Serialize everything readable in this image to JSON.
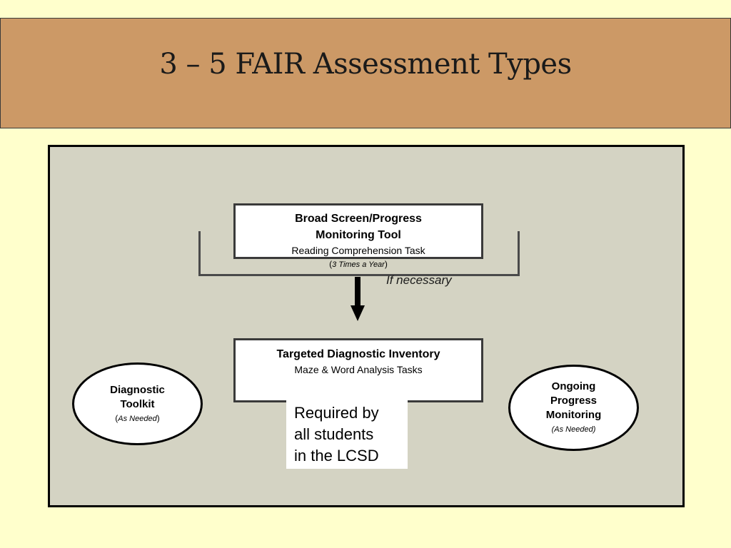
{
  "title": "3 – 5 FAIR Assessment Types",
  "top_box": {
    "line1": "Broad Screen/Progress",
    "line2": "Monitoring Tool",
    "line3": "Reading Comprehension Task",
    "frequency_open": "(",
    "frequency": "3 Times a Year",
    "frequency_close": ")"
  },
  "arrow_label": "If necessary",
  "middle_box": {
    "line1": "Targeted Diagnostic Inventory",
    "line2": "Maze & Word Analysis Tasks"
  },
  "required_note": {
    "line1": "Required by",
    "line2": "all students",
    "line3": "in the LCSD"
  },
  "left_ellipse": {
    "line1": "Diagnostic",
    "line2": "Toolkit",
    "paren_open": "(",
    "note": "As Needed",
    "paren_close": ")"
  },
  "right_ellipse": {
    "line1": "Ongoing",
    "line2": "Progress",
    "line3": "Monitoring",
    "paren_open": "(",
    "note": "As Needed",
    "paren_close": ")"
  }
}
